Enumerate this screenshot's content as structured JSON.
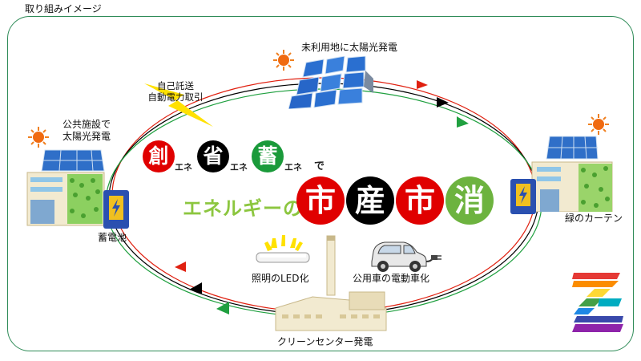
{
  "title": "取り組みイメージ",
  "labels": {
    "solar_idle_land": "未利用地に太陽光発電",
    "public_facility_line1": "公共施設で",
    "public_facility_line2": "太陽光発電",
    "self_wheeling_line1": "自己託送",
    "self_wheeling_line2": "自動電力取引",
    "battery": "蓄電池",
    "green_curtain": "緑のカーテン",
    "led_lighting": "照明のLED化",
    "ev_cars": "公用車の電動車化",
    "cleaning_center": "クリーンセンター発電"
  },
  "slogan": {
    "kanji1": "創",
    "kanji2": "省",
    "kanji3": "蓄",
    "suffix": "エネ",
    "particle": "で",
    "energy_of": "エネルギーの",
    "big1": "市",
    "big2": "産",
    "big3": "市",
    "big4": "消"
  },
  "colors": {
    "frame_border": "#2e8b57",
    "create": "#e00000",
    "save": "#000000",
    "store": "#1a9a3a",
    "consume": "#6db33f",
    "tagline": "#8cc63f",
    "loop_red": "#e02010",
    "loop_black": "#000000",
    "loop_green": "#20a040"
  },
  "icons": [
    "sun-icon",
    "solar-panel-icon",
    "building-icon",
    "battery-icon",
    "lightning-icon",
    "led-lamp-icon",
    "car-icon",
    "factory-icon",
    "logo-icon"
  ]
}
